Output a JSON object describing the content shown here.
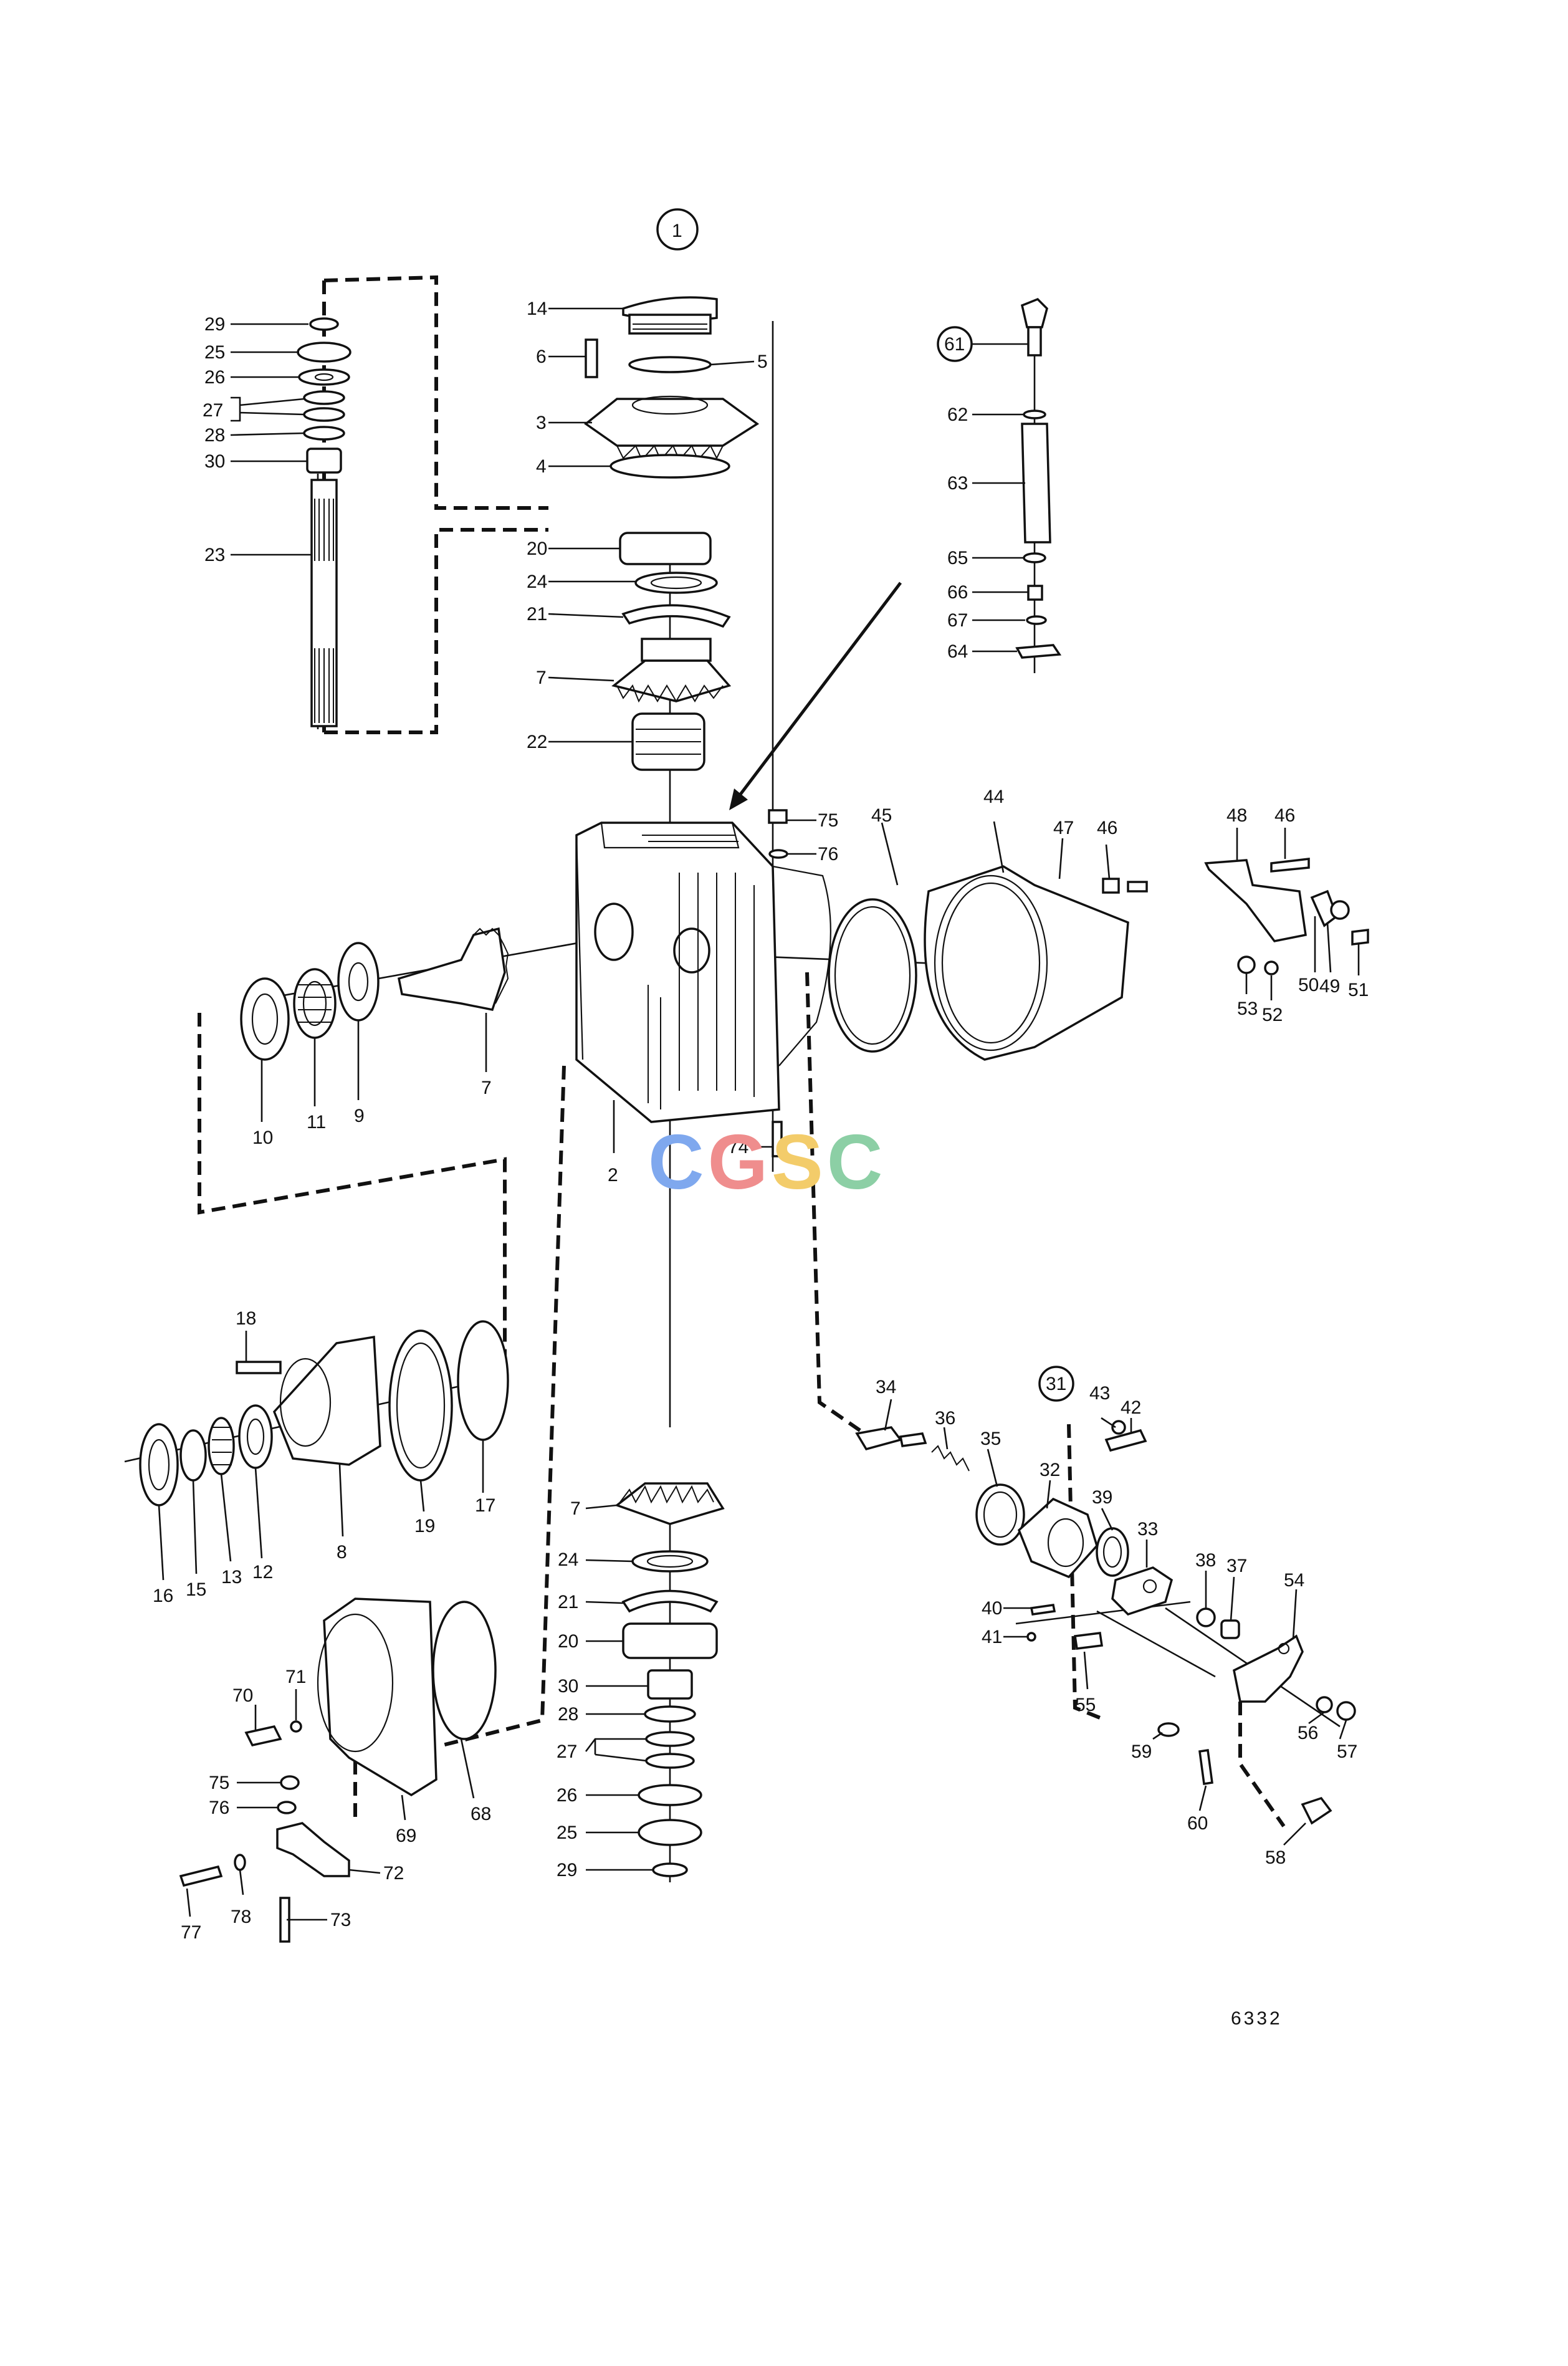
{
  "figure_number": "6332",
  "watermark": {
    "text": "CGSC",
    "letters": [
      "C",
      "G",
      "S",
      "C"
    ],
    "colors": [
      "#7fa8ee",
      "#ef8d8d",
      "#f3cc6a",
      "#8ccfa5"
    ]
  },
  "circled_labels": [
    "1",
    "61",
    "31"
  ],
  "labels": {
    "top_shaft": [
      "29",
      "25",
      "26",
      "27",
      "28",
      "30",
      "23"
    ],
    "top_cover": [
      "14",
      "6",
      "5",
      "3",
      "4",
      "20",
      "24",
      "21",
      "7",
      "22"
    ],
    "sensor": [
      "62",
      "63",
      "65",
      "66",
      "67",
      "64"
    ],
    "housing": [
      "75",
      "76",
      "45",
      "44",
      "47",
      "46",
      "2",
      "74",
      "7",
      "10",
      "11",
      "9"
    ],
    "bracket": [
      "48",
      "46",
      "50",
      "49",
      "51",
      "53",
      "52"
    ],
    "prop_housing": [
      "18",
      "8",
      "19",
      "17",
      "16",
      "15",
      "13",
      "12"
    ],
    "lower_stack": [
      "7",
      "24",
      "21",
      "20",
      "30",
      "28",
      "27",
      "26",
      "25",
      "29"
    ],
    "lower_cover": [
      "70",
      "71",
      "75",
      "76",
      "69",
      "68",
      "72",
      "77",
      "78",
      "73"
    ],
    "shift_mechanism": [
      "34",
      "36",
      "35",
      "32",
      "43",
      "42",
      "39",
      "33",
      "38",
      "37",
      "54",
      "40",
      "41",
      "55",
      "59",
      "60",
      "56",
      "57",
      "58"
    ]
  }
}
